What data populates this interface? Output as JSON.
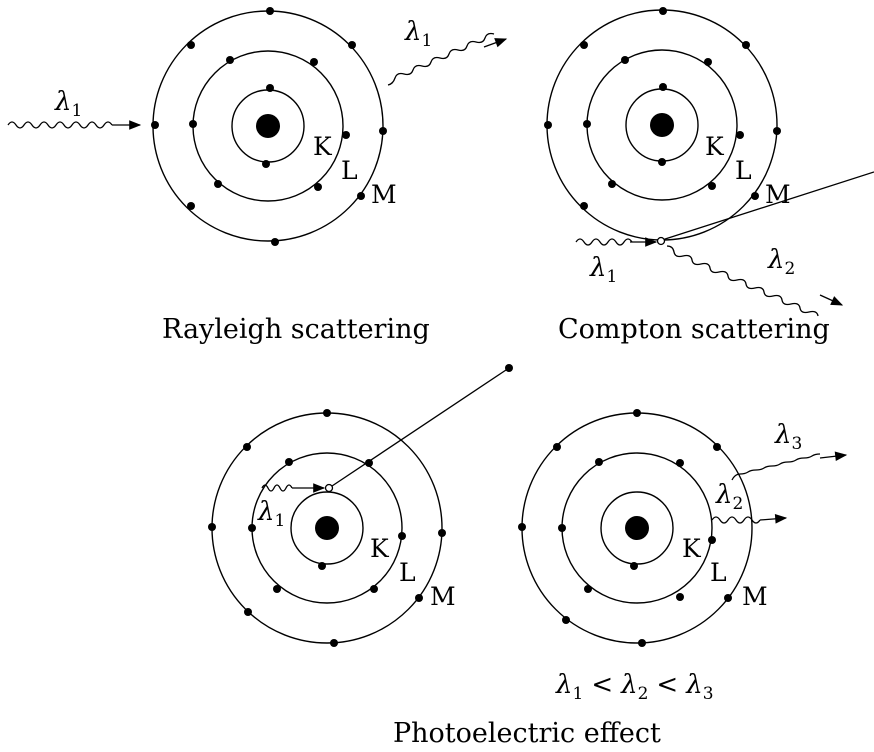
{
  "diagram": {
    "captions": {
      "rayleigh": "Rayleigh scattering",
      "compton": "Compton scattering",
      "photoelectric": "Photoelectric effect"
    },
    "shell_labels": {
      "k": "K",
      "l": "L",
      "m": "M"
    },
    "wavelength": {
      "symbol": "λ",
      "sub1": "1",
      "sub2": "2",
      "sub3": "3"
    },
    "relation": {
      "lt": "<"
    }
  }
}
